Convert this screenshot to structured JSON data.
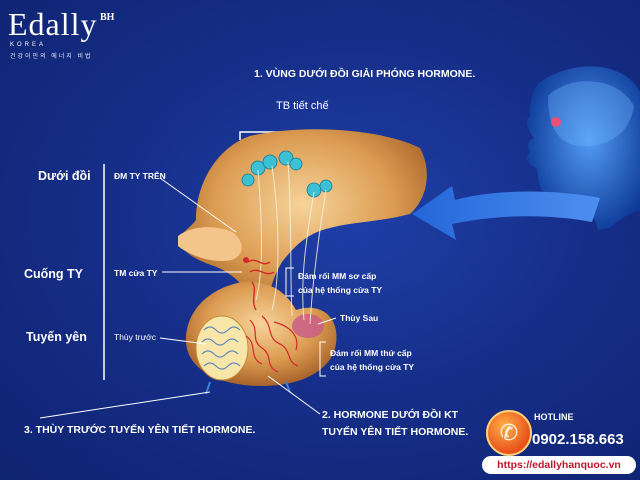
{
  "brand": {
    "name": "Edally",
    "superscript": "BH",
    "country": "KOREA",
    "tagline": "건강이민의 에너지 비법"
  },
  "steps": {
    "step1": "1. VÙNG DƯỚI ĐỒI GIẢI PHÓNG HORMONE.",
    "step2_line1": "2. HORMONE DƯỚI ĐỒI KT",
    "step2_line2": "TUYẾN YÊN TIẾT HORMONE.",
    "step3": "3. THÙY TRƯỚC TUYẾN YÊN TIẾT HORMONE."
  },
  "labels": {
    "tb": "TB tiết chế",
    "hypothalamus": "Dưới đồi",
    "stalk": "Cuống TY",
    "pituitary": "Tuyến yên",
    "dm": "ĐM TY TRÊN",
    "tm": "TM cửa TY",
    "anterior": "Thùy trước",
    "plexus1_line1": "Đám rối MM sơ cấp",
    "plexus1_line2": "của hệ thống cửa TY",
    "posterior": "Thùy Sau",
    "plexus2_line1": "Đám rối MM thứ cấp",
    "plexus2_line2": "của hệ thống cửa TY"
  },
  "contact": {
    "hotline_label": "HOTLINE",
    "phone": "0902.158.663",
    "website": "https://edallyhanquoc.vn",
    "phone_icon": "phone-icon"
  },
  "colors": {
    "background": "#162f8a",
    "tissue": "#e0a65a",
    "arrow": "#2d6fd8"
  }
}
